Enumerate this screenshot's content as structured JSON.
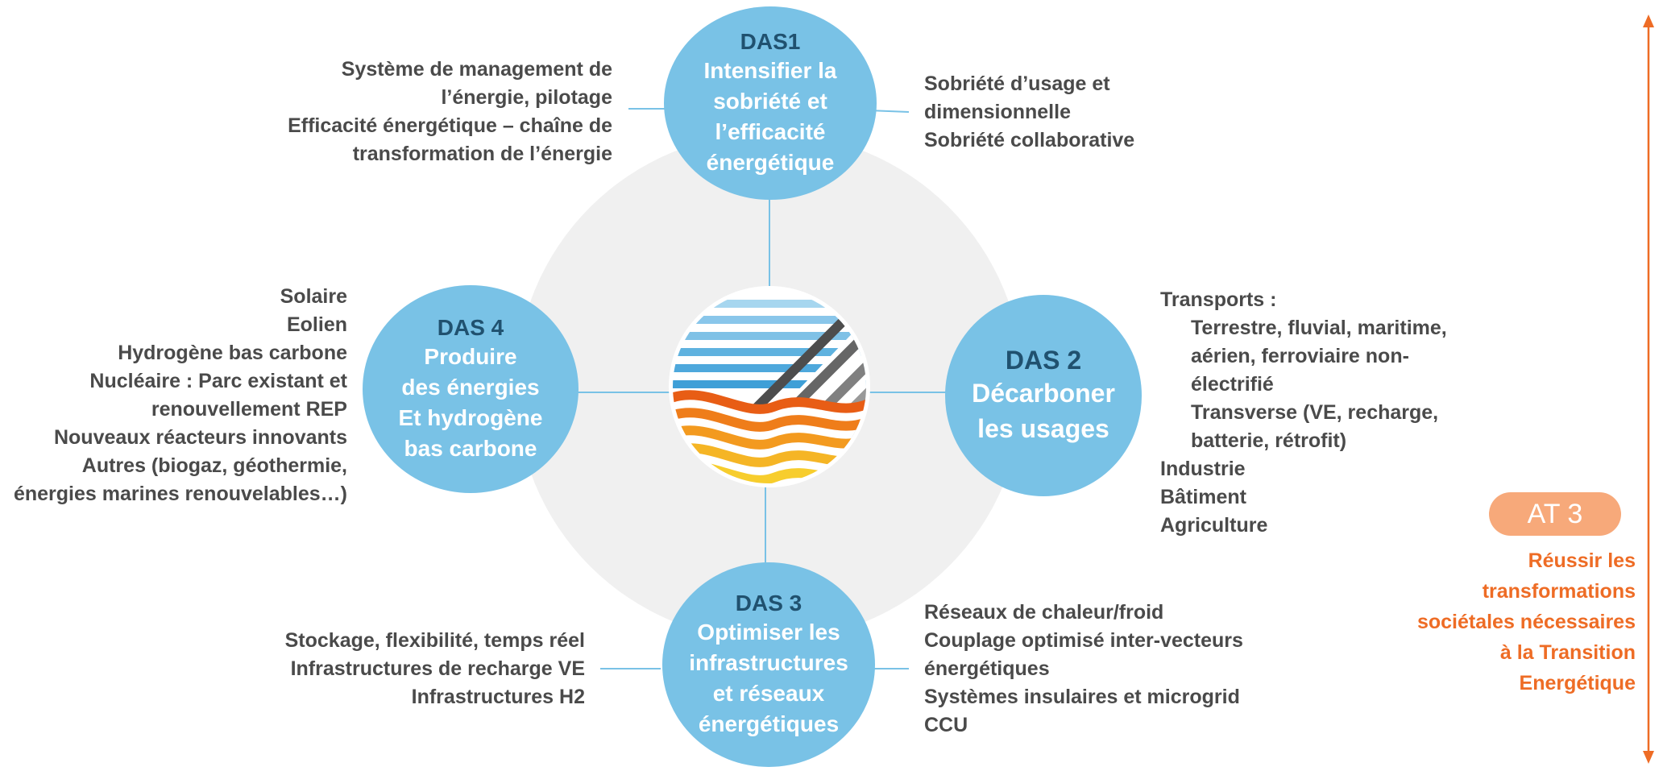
{
  "das1": {
    "id": "DAS1",
    "lines": [
      "Intensifier la",
      "sobriété et",
      "l’efficacité",
      "énergétique"
    ]
  },
  "das2": {
    "id": "DAS 2",
    "lines": [
      "Décarboner",
      "les usages"
    ]
  },
  "das3": {
    "id": "DAS 3",
    "lines": [
      "Optimiser les",
      "infrastructures",
      "et réseaux",
      "énergétiques"
    ]
  },
  "das4": {
    "id": "DAS 4",
    "lines": [
      "Produire",
      "des énergies",
      "Et hydrogène",
      "bas carbone"
    ]
  },
  "das1_left": [
    "Système de management de",
    "l’énergie, pilotage",
    "Efficacité énergétique – chaîne de",
    "transformation de l’énergie"
  ],
  "das1_right": [
    "Sobriété d’usage et",
    "dimensionnelle",
    "Sobriété collaborative"
  ],
  "das2_right": {
    "heading": "Transports :",
    "sub": [
      "Terrestre, fluvial, maritime,",
      "aérien, ferroviaire non-",
      "électrifié",
      "Transverse (VE, recharge,",
      "batterie, rétrofit)"
    ],
    "items": [
      "Industrie",
      "Bâtiment",
      "Agriculture"
    ]
  },
  "das3_left": [
    "Stockage, flexibilité, temps réel",
    "Infrastructures de recharge VE",
    "Infrastructures H2"
  ],
  "das3_right": [
    "Réseaux de chaleur/froid",
    "Couplage optimisé inter-vecteurs",
    "énergétiques",
    "Systèmes insulaires et microgrid",
    "CCU"
  ],
  "das4_left": [
    "Solaire",
    "Eolien",
    "Hydrogène bas carbone",
    "Nucléaire : Parc existant et",
    "renouvellement REP",
    "Nouveaux réacteurs innovants",
    "Autres (biogaz, géothermie,",
    "énergies marines renouvelables…)"
  ],
  "at3": {
    "label": "AT 3",
    "lines": [
      "Réussir les",
      "transformations",
      "sociétales nécessaires",
      "à la Transition",
      "Energétique"
    ]
  },
  "colors": {
    "circle": "#79c2e6",
    "das_label": "#20516f",
    "text": "#4a4a4a",
    "accent": "#ee6c25",
    "pill": "#f7a97a",
    "ring": "#f0f0f0"
  }
}
